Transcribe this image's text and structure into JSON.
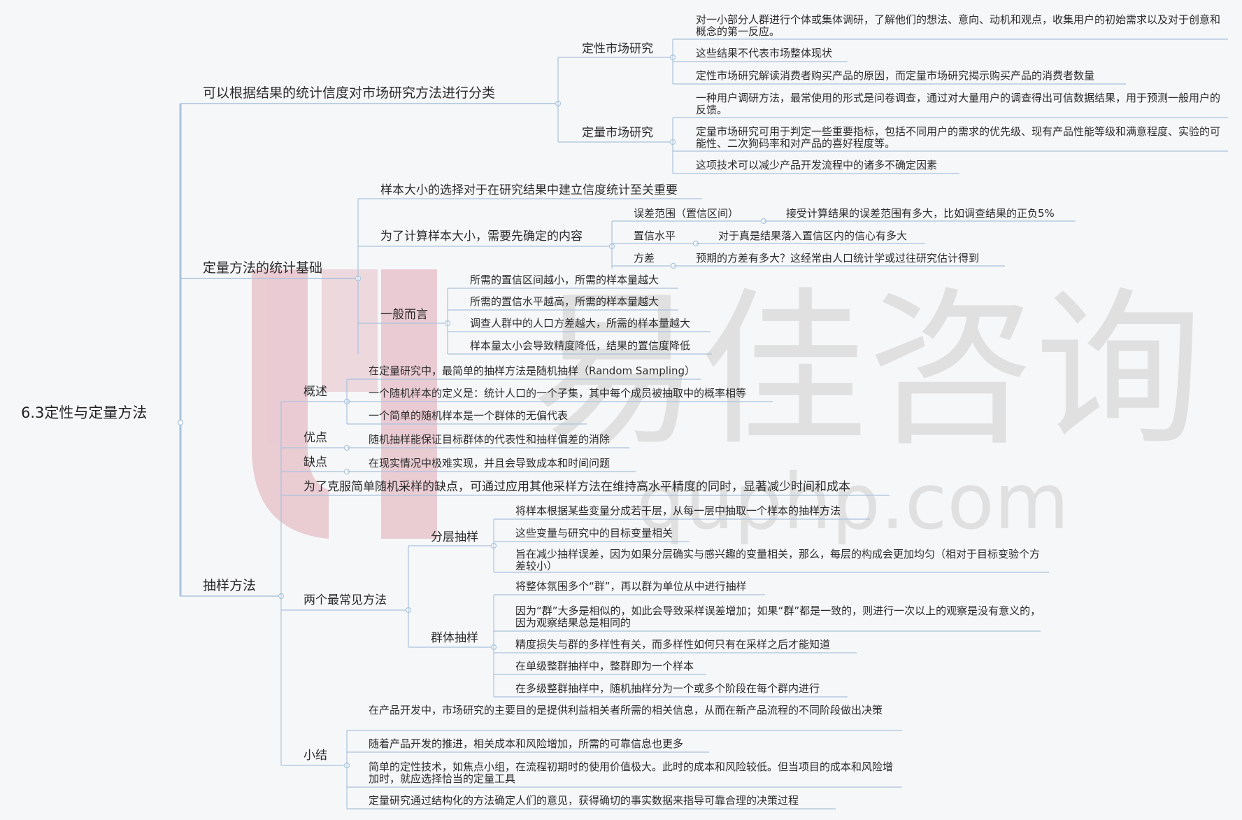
{
  "root": "6.3定性与定量方法",
  "watermark": {
    "brand": "易佳咨询",
    "domain": "quphp.com"
  },
  "colors": {
    "line": "#a9c3dd",
    "background": "#f6f7f8",
    "watermark_red": "#e8c4cd",
    "watermark_gray": "#dadada"
  },
  "b1": {
    "label": "可以根据结果的统计信度对市场研究方法进行分类",
    "qual": {
      "label": "定性市场研究",
      "items": [
        "对一小部分人群进行个体或集体调研，了解他们的想法、意向、动机和观点，收集用户的初始需求以及对于创意和概念的第一反应。",
        "这些结果不代表市场整体现状",
        "定性市场研究解读消费者购买产品的原因，而定量市场研究揭示购买产品的消费者数量"
      ]
    },
    "quant": {
      "label": "定量市场研究",
      "items": [
        "一种用户调研方法，最常使用的形式是问卷调查，通过对大量用户的调查得出可信数据结果，用于预测一般用户的反馈。",
        "定量市场研究可用于判定一些重要指标，包括不同用户的需求的优先级、现有产品性能等级和满意程度、实验的可能性、二次狗码率和对产品的喜好程度等。",
        "这项技术可以减少产品开发流程中的诸多不确定因素"
      ]
    }
  },
  "b2": {
    "label": "定量方法的统计基础",
    "sample_size": "样本大小的选择对于在研究结果中建立信度统计至关重要",
    "calc": {
      "label": "为了计算样本大小，需要先确定的内容",
      "items": [
        {
          "label": "误差范围（置信区间）",
          "desc": "接受计算结果的误差范围有多大，比如调查结果的正负5%"
        },
        {
          "label": "置信水平",
          "desc": "对于真是结果落入置信区内的信心有多大"
        },
        {
          "label": "方差",
          "desc": "预期的方差有多大？这经常由人口统计学或过往研究估计得到"
        }
      ]
    },
    "general": {
      "label": "一般而言",
      "items": [
        "所需的置信区间越小，所需的样本量越大",
        "所需的置信水平越高，所需的样本量越大",
        "调查人群中的人口方差越大，所需的样本量越大",
        "样本量太小会导致精度降低，结果的置信度降低"
      ]
    }
  },
  "b3": {
    "label": "抽样方法",
    "overview": {
      "label": "概述",
      "items": [
        "在定量研究中，最简单的抽样方法是随机抽样（Random Sampling）",
        "一个随机样本的定义是：统计人口的一个子集，其中每个成员被抽取中的概率相等",
        "一个简单的随机样本是一个群体的无偏代表"
      ]
    },
    "pros": {
      "label": "优点",
      "item": "随机抽样能保证目标群体的代表性和抽样偏差的消除"
    },
    "cons": {
      "label": "缺点",
      "item": "在现实情况中极难实现，并且会导致成本和时间问题"
    },
    "overcome": "为了克服简单随机采样的缺点，可通过应用其他采样方法在维持高水平精度的同时，显著减少时间和成本",
    "common": {
      "label": "两个最常见方法",
      "stratified": {
        "label": "分层抽样",
        "items": [
          "将样本根据某些变量分成若干层，从每一层中抽取一个样本的抽样方法",
          "这些变量与研究中的目标变量相关",
          "旨在减少抽样误差，因为如果分层确实与感兴趣的变量相关，那么，每层的构成会更加均匀（相对于目标变验个方差较小）"
        ]
      },
      "cluster": {
        "label": "群体抽样",
        "items": [
          "将整体氛围多个“群”，再以群为单位从中进行抽样",
          "因为“群”大多是相似的，如此会导致采样误差增加；如果“群”都是一致的，则进行一次以上的观察是没有意义的，因为观察结果总是相同的",
          "精度损失与群的多样性有关，而多样性如何只有在采样之后才能知道",
          "在单级整群抽样中，整群即为一个样本",
          "在多级整群抽样中，随机抽样分为一个或多个阶段在每个群内进行"
        ]
      }
    },
    "summary": {
      "label": "小结",
      "items": [
        "在产品开发中，市场研究的主要目的是提供利益相关者所需的相关信息，从而在新产品流程的不同阶段做出决策",
        "随着产品开发的推进，相关成本和风险增加，所需的可靠信息也更多",
        "简单的定性技术，如焦点小组，在流程初期时的使用价值极大。此时的成本和风险较低。但当项目的成本和风险增加时，就应选择恰当的定量工具",
        "定量研究通过结构化的方法确定人们的意见，获得确切的事实数据来指导可靠合理的决策过程"
      ]
    }
  }
}
